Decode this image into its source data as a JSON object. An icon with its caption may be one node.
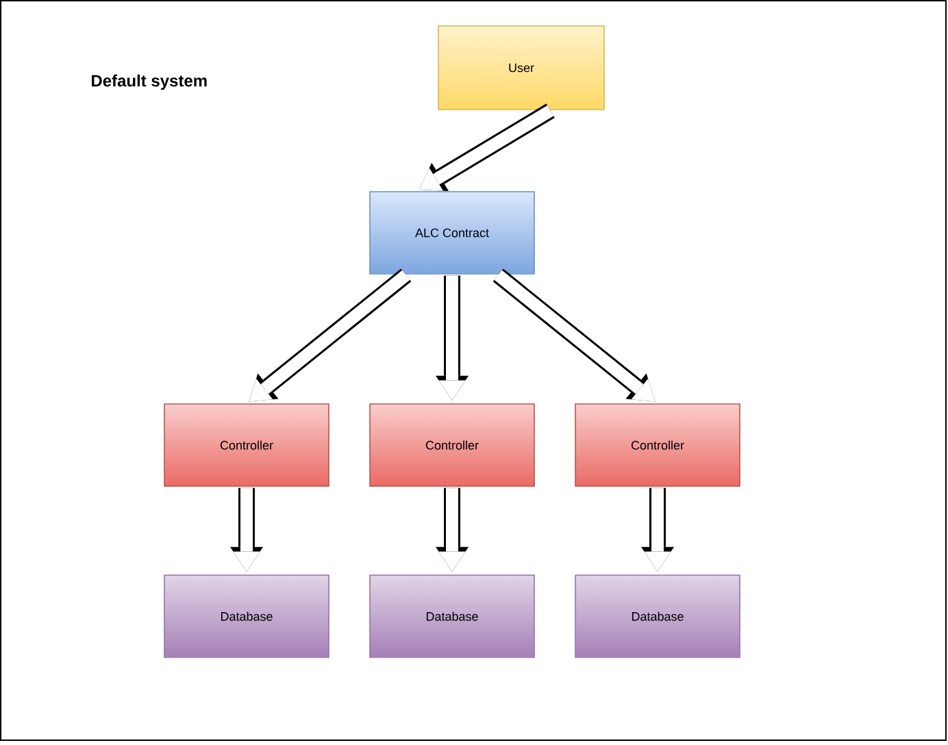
{
  "diagram": {
    "title": "Default system",
    "nodes": [
      {
        "text": [
          "User"
        ]
      },
      {
        "text": [
          "ALC Contract"
        ]
      },
      {
        "text": [
          "Controller"
        ]
      },
      {
        "text": [
          "Controller"
        ]
      },
      {
        "text": [
          "Controller"
        ]
      },
      {
        "text": [
          "Database"
        ]
      },
      {
        "text": [
          "Database"
        ]
      },
      {
        "text": [
          "Database"
        ]
      }
    ],
    "edges": [
      {
        "from": 0,
        "to": 1,
        "arrow": "to"
      },
      {
        "from": 1,
        "to": 2,
        "arrow": "to"
      },
      {
        "from": 1,
        "to": 3,
        "arrow": "to"
      },
      {
        "from": 1,
        "to": 4,
        "arrow": "to"
      },
      {
        "from": 2,
        "to": 5,
        "arrow": "to"
      },
      {
        "from": 3,
        "to": 6,
        "arrow": "to"
      },
      {
        "from": 4,
        "to": 7,
        "arrow": "to"
      }
    ]
  }
}
